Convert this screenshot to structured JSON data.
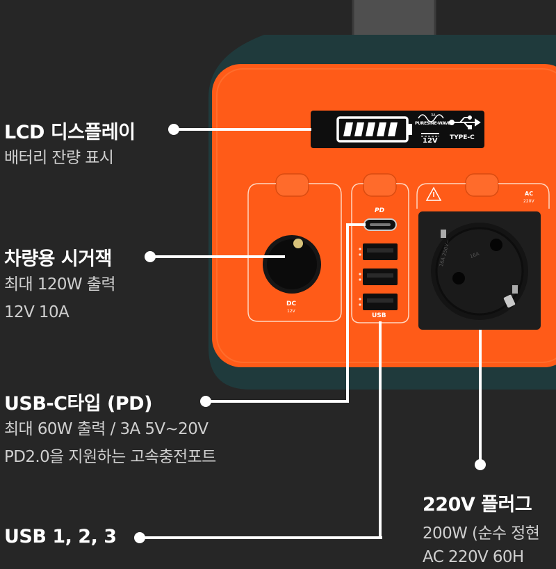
{
  "callouts": {
    "lcd": {
      "title": "LCD 디스플레이",
      "desc": [
        "배터리 잔량 표시"
      ]
    },
    "car": {
      "title": "차량용 시거잭",
      "desc": [
        "최대 120W 출력",
        "12V 10A"
      ]
    },
    "usbc": {
      "title": "USB-C타입 (PD)",
      "desc": [
        "최대 60W 출력 / 3A 5V~20V",
        "PD2.0을 지원하는 고속충전포트"
      ]
    },
    "usb": {
      "title": "USB 1, 2, 3",
      "desc": []
    },
    "plug": {
      "title": "220V 플러그",
      "desc": [
        "200W (순수 정현",
        "AC 220V 60H"
      ]
    }
  },
  "device": {
    "lcd": {
      "wave_label": "PURESINE-WAVE",
      "amps": "3A",
      "volts": "12V",
      "typec": "TYPE-C"
    },
    "dc_label": "DC",
    "dc_sub": "12V",
    "usb_label": "USB",
    "pd_label": "PD",
    "ac_label": "AC",
    "ac_sub": "220V",
    "socket_marks": [
      "16A 250V~",
      "16A"
    ]
  },
  "colors": {
    "background": "#262626",
    "housing": "#1f3a3c",
    "panel_orange": "#ff5b18",
    "line_white": "#ffffff"
  }
}
